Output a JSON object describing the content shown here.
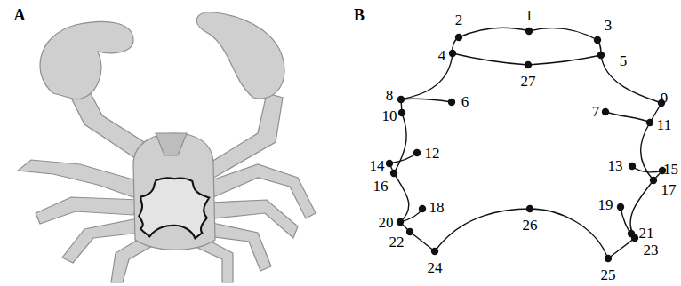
{
  "diagram": {
    "labels": [
      "A",
      "B",
      "1",
      "2",
      "3",
      "4",
      "5",
      "6",
      "7",
      "8",
      "9",
      "10",
      "11",
      "12",
      "13",
      "14",
      "15",
      "16",
      "17",
      "18",
      "19",
      "20",
      "21",
      "22",
      "23",
      "24",
      "25",
      "26",
      "27"
    ]
  }
}
